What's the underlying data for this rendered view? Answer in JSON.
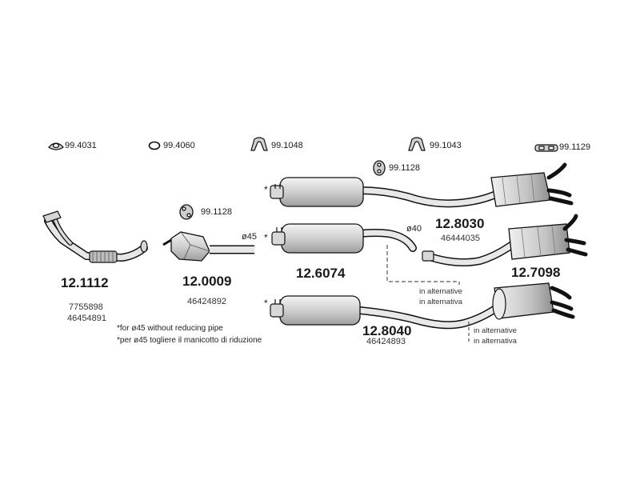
{
  "colors": {
    "ink": "#1a1a1a",
    "steel_light": "#e4e4e4",
    "steel_mid": "#bdbdbd",
    "steel_dark": "#8a8a8a"
  },
  "hardware": [
    {
      "code": "99.4031",
      "icon": "flange-gasket-icon"
    },
    {
      "code": "99.4060",
      "icon": "ring-gasket-icon"
    },
    {
      "code": "99.1048",
      "icon": "mounting-bracket-icon"
    },
    {
      "code": "99.1043",
      "icon": "mounting-bracket-icon"
    },
    {
      "code": "99.1129",
      "icon": "rubber-strap-icon"
    },
    {
      "code": "99.1128",
      "icon": "rubber-hanger-icon"
    },
    {
      "code": "99.1128",
      "icon": "rubber-hanger-icon"
    }
  ],
  "parts": {
    "front_pipe": {
      "number": "12.1112",
      "oe": [
        "7755898",
        "46454891"
      ]
    },
    "catalyst": {
      "number": "12.0009",
      "oe": [
        "46424892"
      ]
    },
    "mid_6074": {
      "number": "12.6074"
    },
    "rear_8030": {
      "number": "12.8030",
      "oe": [
        "46444035"
      ]
    },
    "rear_7098": {
      "number": "12.7098"
    },
    "rear_8040": {
      "number": "12.8040",
      "oe": [
        "46424893"
      ]
    }
  },
  "dimensions": {
    "d45": "ø45",
    "d40": "ø40"
  },
  "notes": {
    "line1": "*for ø45 without reducing pipe",
    "line2": "*per ø45 togliere il manicotto di riduzione"
  },
  "alternatives": {
    "a1": [
      "in alternative",
      "in alternativa"
    ],
    "a2": [
      "in alternative",
      "in alternativa"
    ]
  },
  "asterisk": "*"
}
